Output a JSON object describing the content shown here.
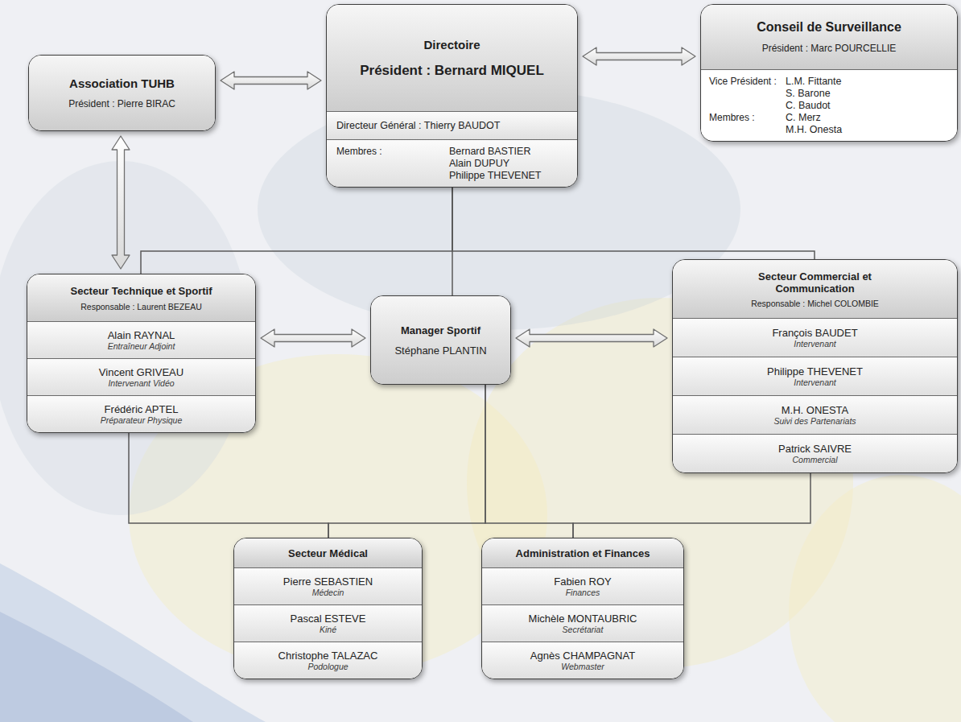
{
  "diagram": {
    "nodes": [
      {
        "text": [
          "Association TUHB",
          "Président : Pierre BIRAC"
        ]
      },
      {
        "text": [
          "Directoire",
          "Président : Bernard MIQUEL"
        ]
      },
      {
        "text": [
          "Directeur Général : Thierry BAUDOT"
        ],
        "in": 1
      },
      {
        "text": [
          "Membres :",
          "Bernard BASTIER",
          "Alain DUPUY",
          "Philippe THEVENET"
        ],
        "in": 1
      },
      {
        "text": [
          "Conseil de Surveillance",
          "Président : Marc POURCELLIE"
        ]
      },
      {
        "text": [
          "Vice Président :",
          "L.M. Fittante",
          "S. Barone",
          "Membres :",
          "C. Baudot",
          "C. Merz",
          "M.H. Onesta"
        ],
        "in": 4
      },
      {
        "text": [
          "Secteur Technique et Sportif",
          "Responsable : Laurent BEZEAU"
        ]
      },
      {
        "text": [
          "Alain RAYNAL",
          "Entraîneur Adjoint"
        ],
        "in": 6
      },
      {
        "text": [
          "Vincent GRIVEAU",
          "Intervenant Vidéo"
        ],
        "in": 6
      },
      {
        "text": [
          "Frédéric APTEL",
          "Préparateur Physique"
        ],
        "in": 6
      },
      {
        "text": [
          "Manager Sportif",
          "Stéphane PLANTIN"
        ]
      },
      {
        "text": [
          "Secteur Commercial et Communication",
          "Responsable : Michel COLOMBIE"
        ]
      },
      {
        "text": [
          "François BAUDET",
          "Intervenant"
        ],
        "in": 11
      },
      {
        "text": [
          "Philippe THEVENET",
          "Intervenant"
        ],
        "in": 11
      },
      {
        "text": [
          "M.H. ONESTA",
          "Suivi des Partenariats"
        ],
        "in": 11
      },
      {
        "text": [
          "Patrick SAIVRE",
          "Commercial"
        ],
        "in": 11
      },
      {
        "text": [
          "Secteur Médical"
        ]
      },
      {
        "text": [
          "Pierre SEBASTIEN",
          "Médecin"
        ],
        "in": 16
      },
      {
        "text": [
          "Pascal ESTEVE",
          "Kiné"
        ],
        "in": 16
      },
      {
        "text": [
          "Christophe TALAZAC",
          "Podologue"
        ],
        "in": 16
      },
      {
        "text": [
          "Administration et Finances"
        ]
      },
      {
        "text": [
          "Fabien ROY",
          "Finances"
        ],
        "in": 20
      },
      {
        "text": [
          "Michèle MONTAUBRIC",
          "Secrétariat"
        ],
        "in": 20
      },
      {
        "text": [
          "Agnès CHAMPAGNAT",
          "Webmaster"
        ],
        "in": 20
      }
    ],
    "edges": [
      {
        "from": 0,
        "to": 1,
        "arrow": "both"
      },
      {
        "from": 1,
        "to": 4,
        "arrow": "both"
      },
      {
        "from": 0,
        "to": 6,
        "arrow": "both"
      },
      {
        "from": 1,
        "to": 6,
        "arrow": "none"
      },
      {
        "from": 1,
        "to": 10,
        "arrow": "none"
      },
      {
        "from": 1,
        "to": 11,
        "arrow": "none"
      },
      {
        "from": 6,
        "to": 10,
        "arrow": "both"
      },
      {
        "from": 10,
        "to": 11,
        "arrow": "both"
      },
      {
        "from": 6,
        "to": 16,
        "arrow": "none"
      },
      {
        "from": 10,
        "to": 16,
        "arrow": "none"
      },
      {
        "from": 10,
        "to": 20,
        "arrow": "none"
      },
      {
        "from": 11,
        "to": 20,
        "arrow": "none"
      }
    ]
  }
}
